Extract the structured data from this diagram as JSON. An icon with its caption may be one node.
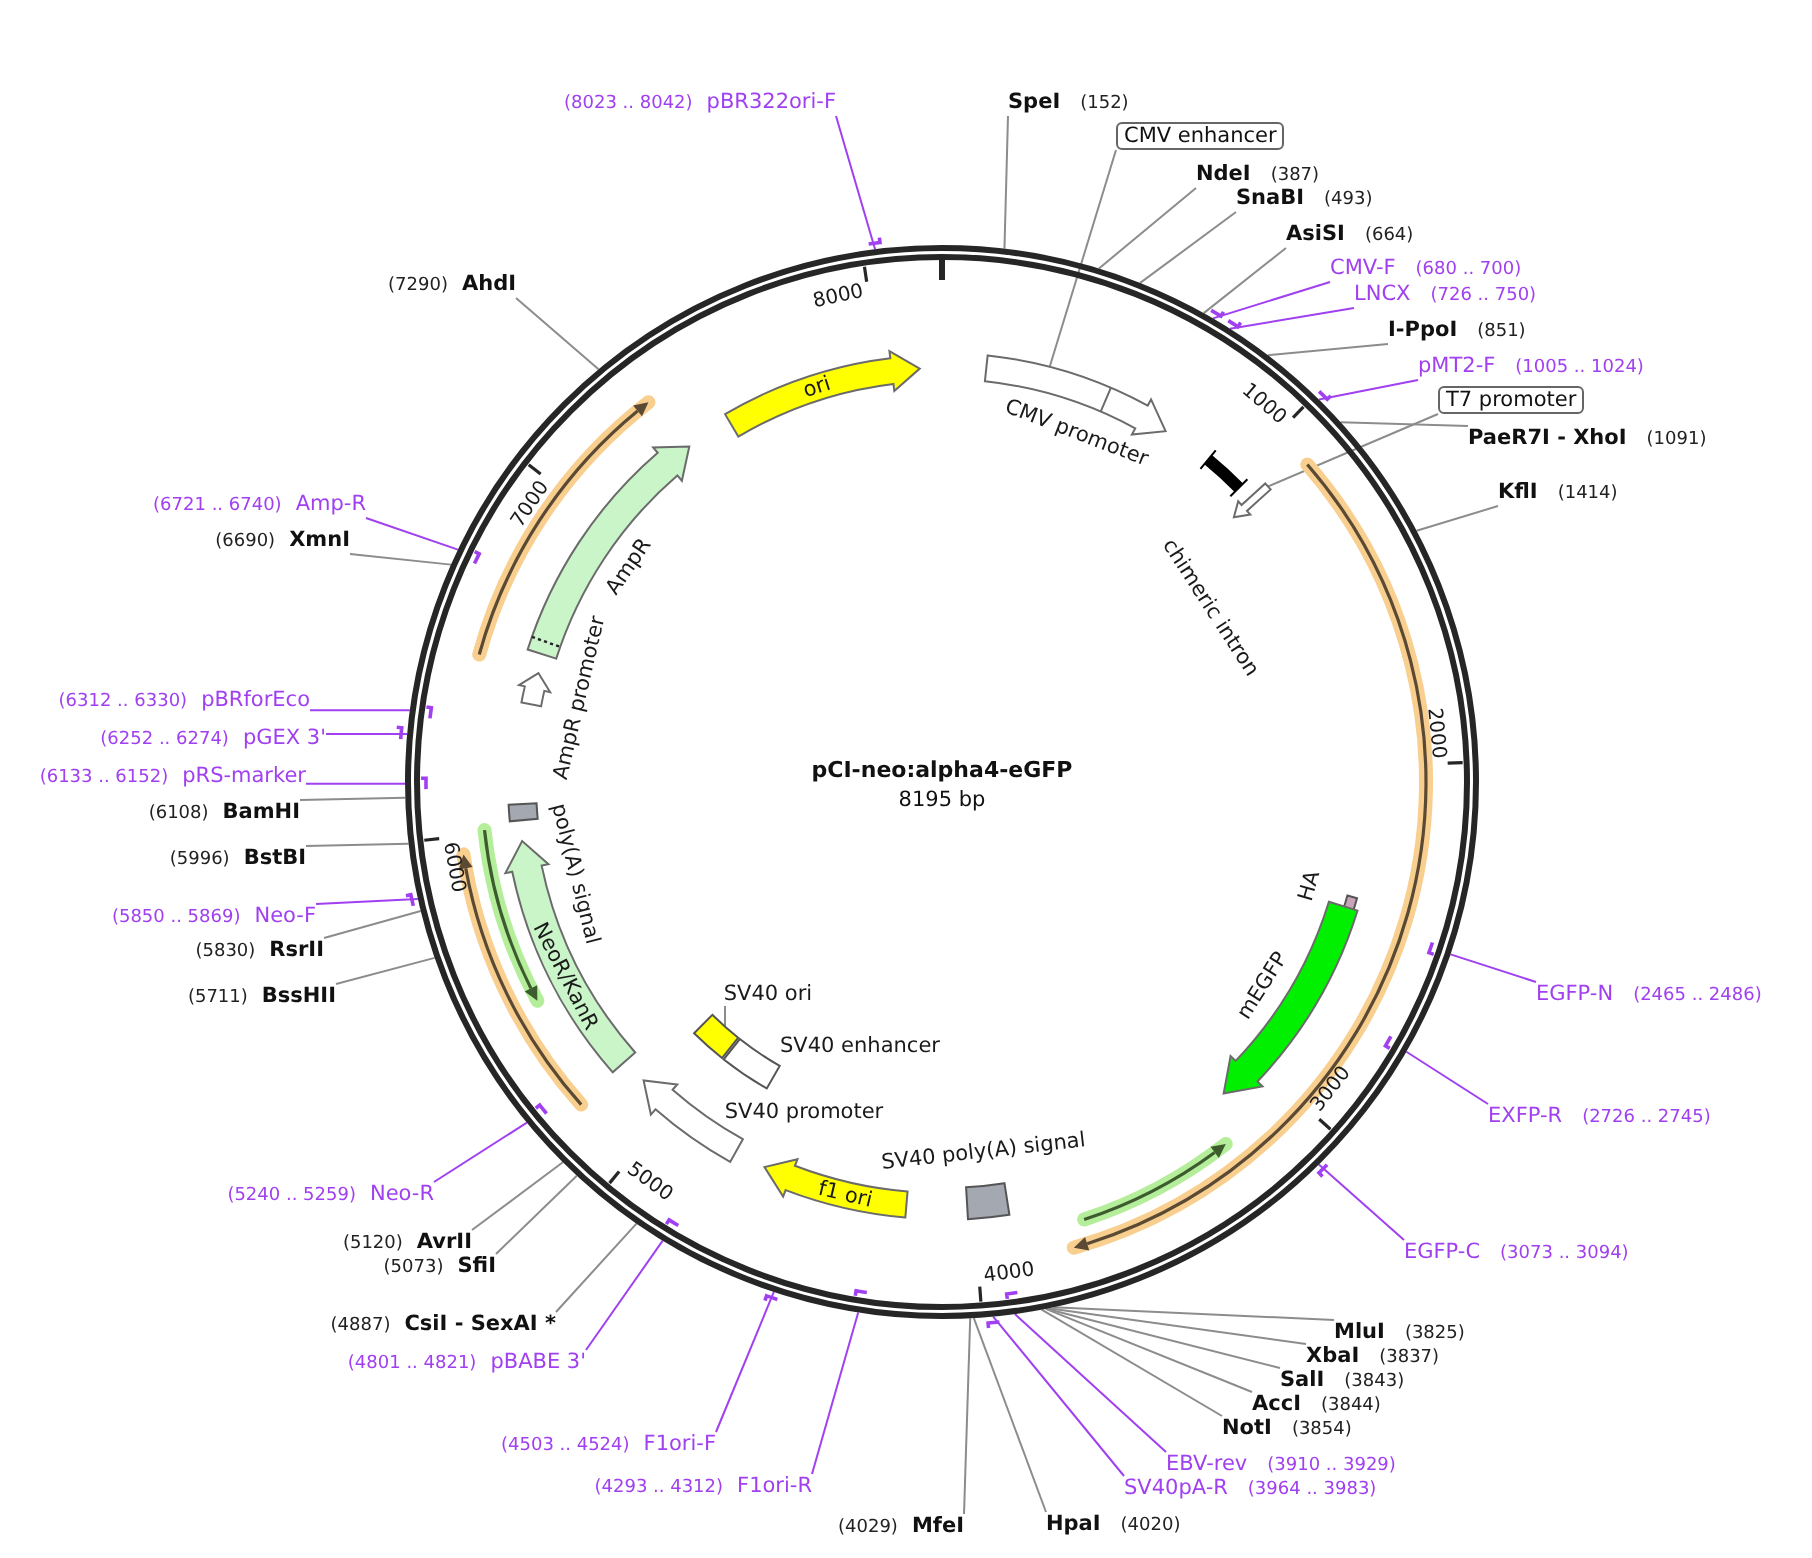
{
  "diagram": {
    "nodes": [
      {
        "text": [
          "pCI-neo:alpha4-eGFP",
          "8195 bp"
        ]
      },
      {
        "text": [
          "SpeI",
          "(152)"
        ]
      },
      {
        "text": [
          "CMV enhancer"
        ]
      },
      {
        "text": [
          "NdeI",
          "(387)"
        ]
      },
      {
        "text": [
          "SnaBI",
          "(493)"
        ]
      },
      {
        "text": [
          "AsiSI",
          "(664)"
        ]
      },
      {
        "text": [
          "CMV-F",
          "(680 .. 700)"
        ]
      },
      {
        "text": [
          "LNCX",
          "(726 .. 750)"
        ]
      },
      {
        "text": [
          "I-PpoI",
          "(851)"
        ]
      },
      {
        "text": [
          "pMT2-F",
          "(1005 .. 1024)"
        ]
      },
      {
        "text": [
          "T7 promoter"
        ]
      },
      {
        "text": [
          "PaeR7I - XhoI",
          "(1091)"
        ]
      },
      {
        "text": [
          "KflI",
          "(1414)"
        ]
      },
      {
        "text": [
          "EGFP-N",
          "(2465 .. 2486)"
        ]
      },
      {
        "text": [
          "EXFP-R",
          "(2726 .. 2745)"
        ]
      },
      {
        "text": [
          "EGFP-C",
          "(3073 .. 3094)"
        ]
      },
      {
        "text": [
          "MluI",
          "(3825)"
        ]
      },
      {
        "text": [
          "XbaI",
          "(3837)"
        ]
      },
      {
        "text": [
          "SalI",
          "(3843)"
        ]
      },
      {
        "text": [
          "AccI",
          "(3844)"
        ]
      },
      {
        "text": [
          "NotI",
          "(3854)"
        ]
      },
      {
        "text": [
          "EBV-rev",
          "(3910 .. 3929)"
        ]
      },
      {
        "text": [
          "SV40pA-R",
          "(3964 .. 3983)"
        ]
      },
      {
        "text": [
          "HpaI",
          "(4020)"
        ]
      },
      {
        "text": [
          "(4029)",
          "MfeI"
        ]
      },
      {
        "text": [
          "(4293 .. 4312)",
          "F1ori-R"
        ]
      },
      {
        "text": [
          "(4503 .. 4524)",
          "F1ori-F"
        ]
      },
      {
        "text": [
          "(4801 .. 4821)",
          "pBABE 3'"
        ]
      },
      {
        "text": [
          "(4887)",
          "CsiI - SexAI *"
        ]
      },
      {
        "text": [
          "(5073)",
          "SfiI"
        ]
      },
      {
        "text": [
          "(5120)",
          "AvrII"
        ]
      },
      {
        "text": [
          "(5240 .. 5259)",
          "Neo-R"
        ]
      },
      {
        "text": [
          "(5711)",
          "BssHII"
        ]
      },
      {
        "text": [
          "(5830)",
          "RsrII"
        ]
      },
      {
        "text": [
          "(5850 .. 5869)",
          "Neo-F"
        ]
      },
      {
        "text": [
          "(5996)",
          "BstBI"
        ]
      },
      {
        "text": [
          "(6108)",
          "BamHI"
        ]
      },
      {
        "text": [
          "(6133 .. 6152)",
          "pRS-marker"
        ]
      },
      {
        "text": [
          "(6252 .. 6274)",
          "pGEX 3'"
        ]
      },
      {
        "text": [
          "(6312 .. 6330)",
          "pBRforEco"
        ]
      },
      {
        "text": [
          "(6690)",
          "XmnI"
        ]
      },
      {
        "text": [
          "(6721 .. 6740)",
          "Amp-R"
        ]
      },
      {
        "text": [
          "(7290)",
          "AhdI"
        ]
      },
      {
        "text": [
          "(8023 .. 8042)",
          "pBR322ori-F"
        ]
      },
      {
        "text": [
          "CMV promoter"
        ],
        "in": 0
      },
      {
        "text": [
          "chimeric intron"
        ],
        "in": 0
      },
      {
        "text": [],
        "shape": "arrow",
        "in": 0
      },
      {
        "text": [
          "HA"
        ],
        "in": 0
      },
      {
        "text": [
          "mEGFP"
        ],
        "in": 0
      },
      {
        "text": [
          "SV40 poly(A) signal"
        ],
        "in": 0
      },
      {
        "text": [
          "f1 ori"
        ],
        "in": 0
      },
      {
        "text": [
          "SV40 promoter"
        ],
        "in": 0
      },
      {
        "text": [
          "SV40 enhancer"
        ],
        "in": 0
      },
      {
        "text": [],
        "shape": "box",
        "in": 0
      },
      {
        "text": [
          "SV40 ori"
        ],
        "in": 0
      },
      {
        "text": [
          "NeoR/KanR"
        ],
        "in": 0
      },
      {
        "text": [
          "poly(A) signal"
        ],
        "in": 0
      },
      {
        "text": [
          "AmpR promoter"
        ],
        "in": 0
      },
      {
        "text": [
          "AmpR"
        ],
        "in": 0
      },
      {
        "text": [
          "ori"
        ],
        "in": 0
      }
    ],
    "edges": [
      {
        "from": 1,
        "to": 0,
        "arrow": "none"
      },
      {
        "from": 2,
        "to": 44,
        "arrow": "none"
      },
      {
        "from": 3,
        "to": 0,
        "arrow": "none"
      },
      {
        "from": 4,
        "to": 0,
        "arrow": "none"
      },
      {
        "from": 5,
        "to": 0,
        "arrow": "none"
      },
      {
        "from": 6,
        "to": 0,
        "arrow": "none",
        "color": "#a040f0"
      },
      {
        "from": 7,
        "to": 0,
        "arrow": "none",
        "color": "#a040f0"
      },
      {
        "from": 8,
        "to": 0,
        "arrow": "none"
      },
      {
        "from": 9,
        "to": 0,
        "arrow": "none",
        "color": "#a040f0"
      },
      {
        "from": 10,
        "to": 46,
        "arrow": "none"
      },
      {
        "from": 11,
        "to": 0,
        "arrow": "none"
      },
      {
        "from": 12,
        "to": 0,
        "arrow": "none"
      },
      {
        "from": 13,
        "to": 0,
        "arrow": "none",
        "color": "#a040f0"
      },
      {
        "from": 14,
        "to": 0,
        "arrow": "none",
        "color": "#a040f0"
      },
      {
        "from": 15,
        "to": 0,
        "arrow": "none",
        "color": "#a040f0"
      },
      {
        "from": 16,
        "to": 0,
        "arrow": "none"
      },
      {
        "from": 17,
        "to": 0,
        "arrow": "none"
      },
      {
        "from": 18,
        "to": 0,
        "arrow": "none"
      },
      {
        "from": 19,
        "to": 0,
        "arrow": "none"
      },
      {
        "from": 20,
        "to": 0,
        "arrow": "none"
      },
      {
        "from": 21,
        "to": 0,
        "arrow": "none",
        "color": "#a040f0"
      },
      {
        "from": 22,
        "to": 0,
        "arrow": "none",
        "color": "#a040f0"
      },
      {
        "from": 23,
        "to": 0,
        "arrow": "none"
      },
      {
        "from": 24,
        "to": 0,
        "arrow": "none"
      },
      {
        "from": 25,
        "to": 0,
        "arrow": "none",
        "color": "#a040f0"
      },
      {
        "from": 26,
        "to": 0,
        "arrow": "none",
        "color": "#a040f0"
      },
      {
        "from": 27,
        "to": 0,
        "arrow": "none",
        "color": "#a040f0"
      },
      {
        "from": 28,
        "to": 0,
        "arrow": "none"
      },
      {
        "from": 29,
        "to": 0,
        "arrow": "none"
      },
      {
        "from": 30,
        "to": 0,
        "arrow": "none"
      },
      {
        "from": 31,
        "to": 0,
        "arrow": "none",
        "color": "#a040f0"
      },
      {
        "from": 32,
        "to": 0,
        "arrow": "none"
      },
      {
        "from": 33,
        "to": 0,
        "arrow": "none"
      },
      {
        "from": 34,
        "to": 0,
        "arrow": "none",
        "color": "#a040f0"
      },
      {
        "from": 35,
        "to": 0,
        "arrow": "none"
      },
      {
        "from": 36,
        "to": 0,
        "arrow": "none"
      },
      {
        "from": 37,
        "to": 0,
        "arrow": "none",
        "color": "#a040f0"
      },
      {
        "from": 38,
        "to": 0,
        "arrow": "none",
        "color": "#a040f0"
      },
      {
        "from": 39,
        "to": 0,
        "arrow": "none",
        "color": "#a040f0"
      },
      {
        "from": 40,
        "to": 0,
        "arrow": "none"
      },
      {
        "from": 41,
        "to": 0,
        "arrow": "none",
        "color": "#a040f0"
      },
      {
        "from": 42,
        "to": 0,
        "arrow": "none"
      },
      {
        "from": 43,
        "to": 0,
        "arrow": "none",
        "color": "#a040f0"
      },
      {
        "from": 54,
        "to": 53,
        "arrow": "none"
      }
    ],
    "labels": [
      "1000",
      "2000",
      "3000",
      "4000",
      "5000",
      "6000",
      "7000",
      "8000"
    ]
  }
}
